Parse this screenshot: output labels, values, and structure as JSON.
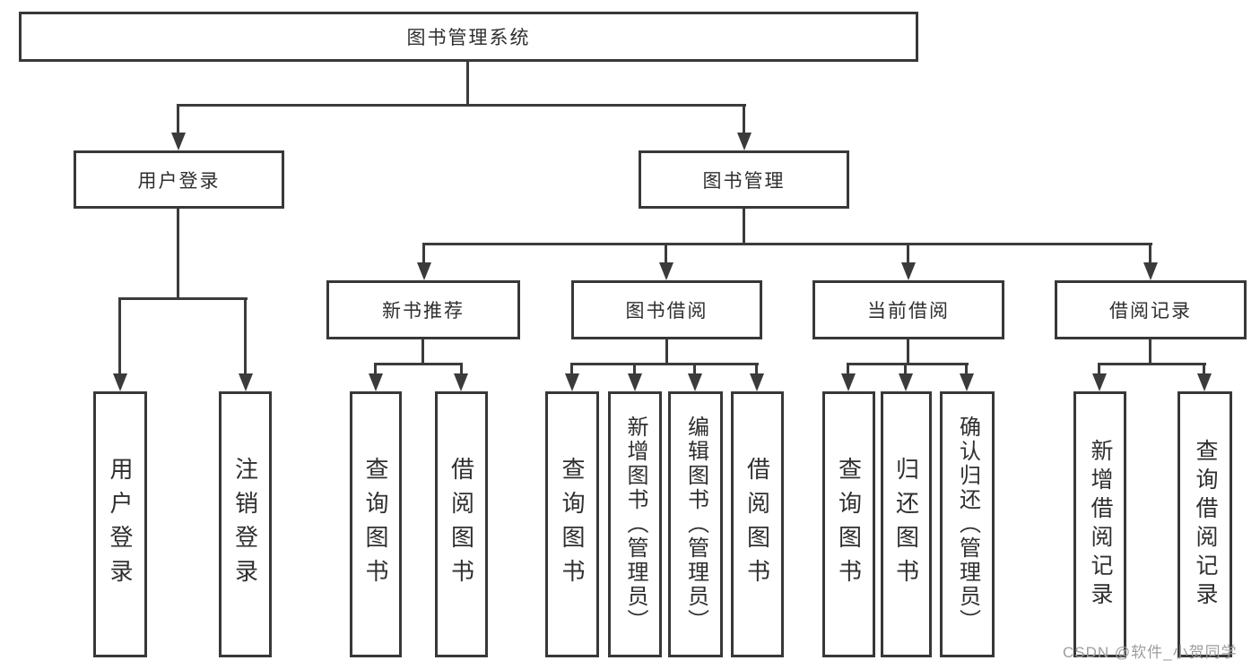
{
  "diagram": {
    "type": "hierarchy-tree",
    "root": {
      "label": "图书管理系统"
    },
    "level2": [
      {
        "label": "用户登录"
      },
      {
        "label": "图书管理"
      }
    ],
    "level3": [
      {
        "label": "新书推荐",
        "parent": "图书管理"
      },
      {
        "label": "图书借阅",
        "parent": "图书管理"
      },
      {
        "label": "当前借阅",
        "parent": "图书管理"
      },
      {
        "label": "借阅记录",
        "parent": "图书管理"
      }
    ],
    "leaves": [
      {
        "label": "用户登录",
        "parent": "用户登录"
      },
      {
        "label": "注销登录",
        "parent": "用户登录"
      },
      {
        "label": "查询图书",
        "parent": "新书推荐"
      },
      {
        "label": "借阅图书",
        "parent": "新书推荐"
      },
      {
        "label": "查询图书",
        "parent": "图书借阅"
      },
      {
        "label": "新增图书（管理员）",
        "parent": "图书借阅"
      },
      {
        "label": "编辑图书（管理员）",
        "parent": "图书借阅"
      },
      {
        "label": "借阅图书",
        "parent": "图书借阅"
      },
      {
        "label": "查询图书",
        "parent": "当前借阅"
      },
      {
        "label": "归还图书",
        "parent": "当前借阅"
      },
      {
        "label": "确认归还（管理员）",
        "parent": "当前借阅"
      },
      {
        "label": "新增借阅记录",
        "parent": "借阅记录"
      },
      {
        "label": "查询借阅记录",
        "parent": "借阅记录"
      }
    ],
    "watermark": {
      "text": "CSDN @软件_小贺同学"
    },
    "colors": {
      "line": "#3b3b3b",
      "box_border": "#383838",
      "box_fill": "#ffffff",
      "text": "#2f2f2f",
      "watermark": "#9d9d9d",
      "background": "#ffffff"
    }
  }
}
